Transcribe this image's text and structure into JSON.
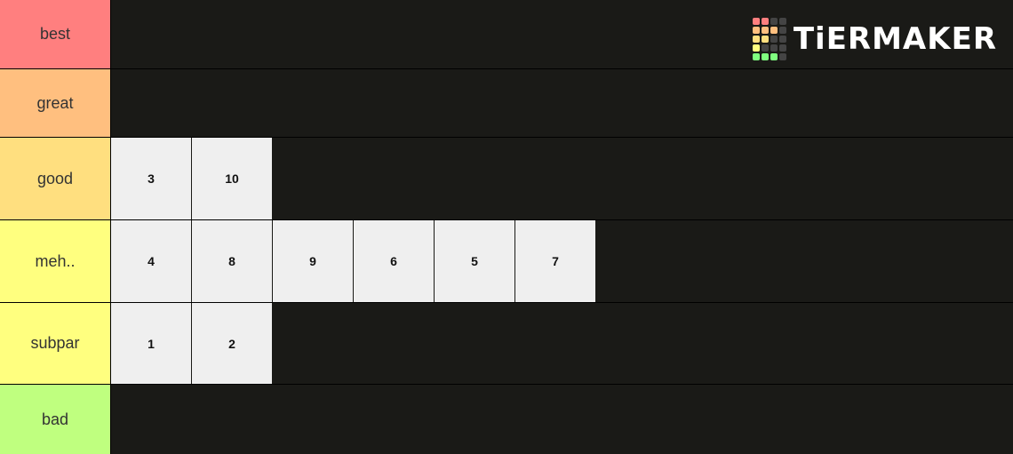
{
  "tiers": [
    {
      "label": "best",
      "color": "#ff7f7f",
      "items": []
    },
    {
      "label": "great",
      "color": "#ffbf7f",
      "items": []
    },
    {
      "label": "good",
      "color": "#ffdf7f",
      "items": [
        "3",
        "10"
      ]
    },
    {
      "label": "meh..",
      "color": "#ffff7f",
      "items": [
        "4",
        "8",
        "9",
        "6",
        "5",
        "7"
      ]
    },
    {
      "label": "subpar",
      "color": "#ffff7f",
      "items": [
        "1",
        "2"
      ]
    },
    {
      "label": "bad",
      "color": "#bfff7f",
      "items": []
    }
  ],
  "logo": {
    "text": "TiERMAKER"
  }
}
